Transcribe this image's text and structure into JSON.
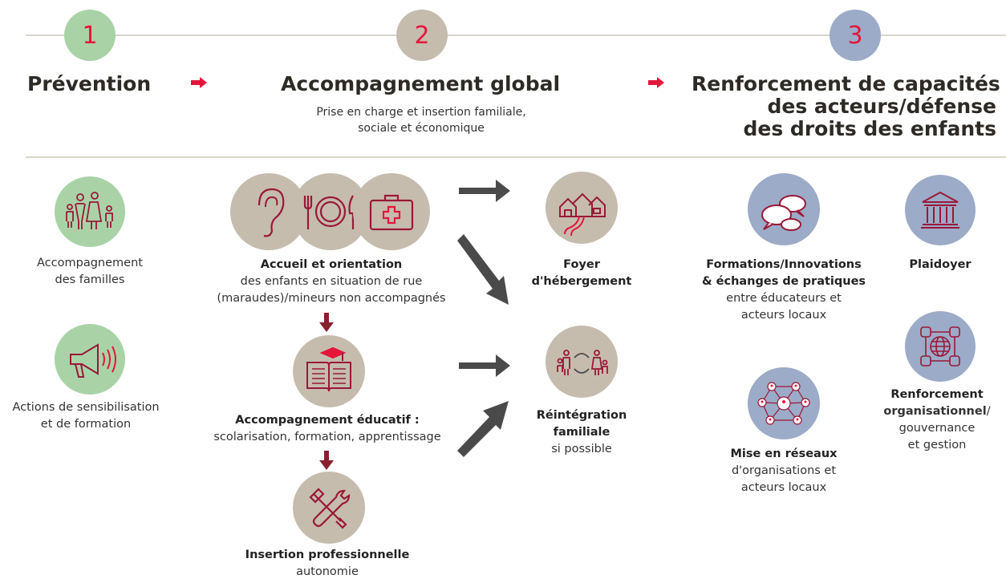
{
  "colors": {
    "prevention": "#a9d3a7",
    "global": "#c5bcae",
    "capacity": "#9cabc7",
    "accent": "#e4163a",
    "icon_stroke": "#9a1838",
    "arrow_dark": "#4a4a4a",
    "arrow_maroon": "#8a1f2e"
  },
  "phases": [
    {
      "number": "1",
      "title": "Prévention"
    },
    {
      "number": "2",
      "title": "Accompagnement global",
      "subtitle_1": "Prise en charge et insertion familiale,",
      "subtitle_2": "sociale et économique"
    },
    {
      "number": "3",
      "title_1": "Renforcement de capacités",
      "title_2": "des acteurs/défense",
      "title_3": "des droits des enfants"
    }
  ],
  "prevention": {
    "families": {
      "icon": "family-icon",
      "line1": "Accompagnement",
      "line2": "des familles"
    },
    "awareness": {
      "icon": "megaphone-icon",
      "line1": "Actions de sensibilisation",
      "line2": "et de formation"
    }
  },
  "global": {
    "reception": {
      "icons": [
        "ear-icon",
        "plate-icon",
        "first-aid-icon"
      ],
      "bold": "Accueil et orientation",
      "line1": "des enfants en situation de rue",
      "line2": "(maraudes)/mineurs non accompagnés"
    },
    "education": {
      "icon": "book-icon",
      "bold": "Accompagnement éducatif :",
      "line1": "scolarisation, formation, apprentissage"
    },
    "professional": {
      "icon": "tools-icon",
      "bold": "Insertion professionnelle",
      "line1": "autonomie"
    },
    "shelter": {
      "icon": "houses-icon",
      "bold1": "Foyer",
      "bold2": "d'hébergement"
    },
    "reintegration": {
      "icon": "reunion-icon",
      "bold1": "Réintégration",
      "bold2": "familiale",
      "line1": "si possible"
    }
  },
  "capacity": {
    "training": {
      "icon": "speech-bubbles-icon",
      "bold1": "Formations/Innovations",
      "bold2": "& échanges de pratiques",
      "line1": "entre éducateurs et",
      "line2": "acteurs locaux"
    },
    "advocacy": {
      "icon": "institution-icon",
      "bold1": "Plaidoyer"
    },
    "network": {
      "icon": "network-icon",
      "bold1": "Mise en réseaux",
      "line1": "d'organisations et",
      "line2": "acteurs locaux"
    },
    "organisational": {
      "icon": "globe-people-icon",
      "bold1": "Renforcement",
      "bold2": "organisationnel",
      "suffix": "/",
      "line1": "gouvernance",
      "line2": "et gestion"
    }
  }
}
